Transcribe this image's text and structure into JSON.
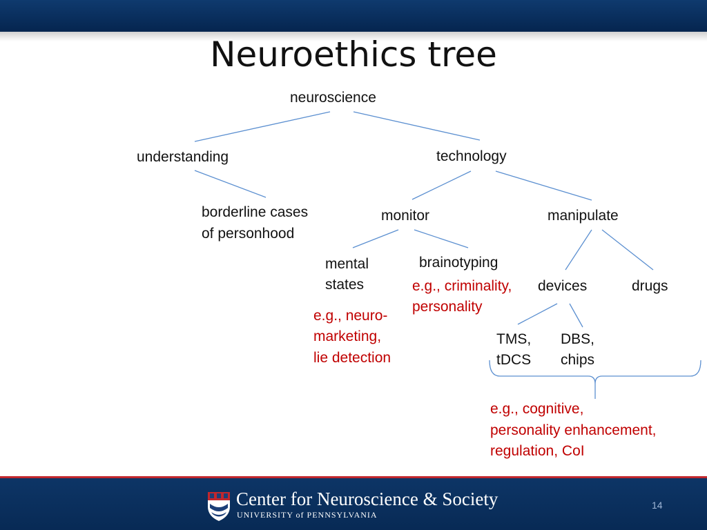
{
  "slide": {
    "title": "Neuroethics tree",
    "page_number": "14"
  },
  "nodes": {
    "neuroscience": "neuroscience",
    "understanding": "understanding",
    "technology": "technology",
    "borderline_line1": "borderline cases",
    "borderline_line2": "of personhood",
    "monitor": "monitor",
    "manipulate": "manipulate",
    "mental_line1": "mental",
    "mental_line2": "states",
    "brainotyping": "brainotyping",
    "devices": "devices",
    "drugs": "drugs",
    "tms_line1": "TMS,",
    "tms_line2": "tDCS",
    "dbs_line1": "DBS,",
    "dbs_line2": "chips"
  },
  "examples": {
    "mental_states": [
      "e.g., neuro-",
      "marketing,",
      "lie detection"
    ],
    "brainotyping": [
      "e.g., criminality,",
      "personality"
    ],
    "enhancement": [
      "e.g., cognitive,",
      "personality enhancement,",
      "regulation, CoI"
    ]
  },
  "footer": {
    "center_name": "Center for Neuroscience & Society",
    "university": "UNIVERSITY of PENNSYLVANIA"
  },
  "colors": {
    "header_band": "#05254f",
    "edge_line": "#5b8fd0",
    "example_text": "#c00000",
    "footer_accent": "#c1272d"
  }
}
